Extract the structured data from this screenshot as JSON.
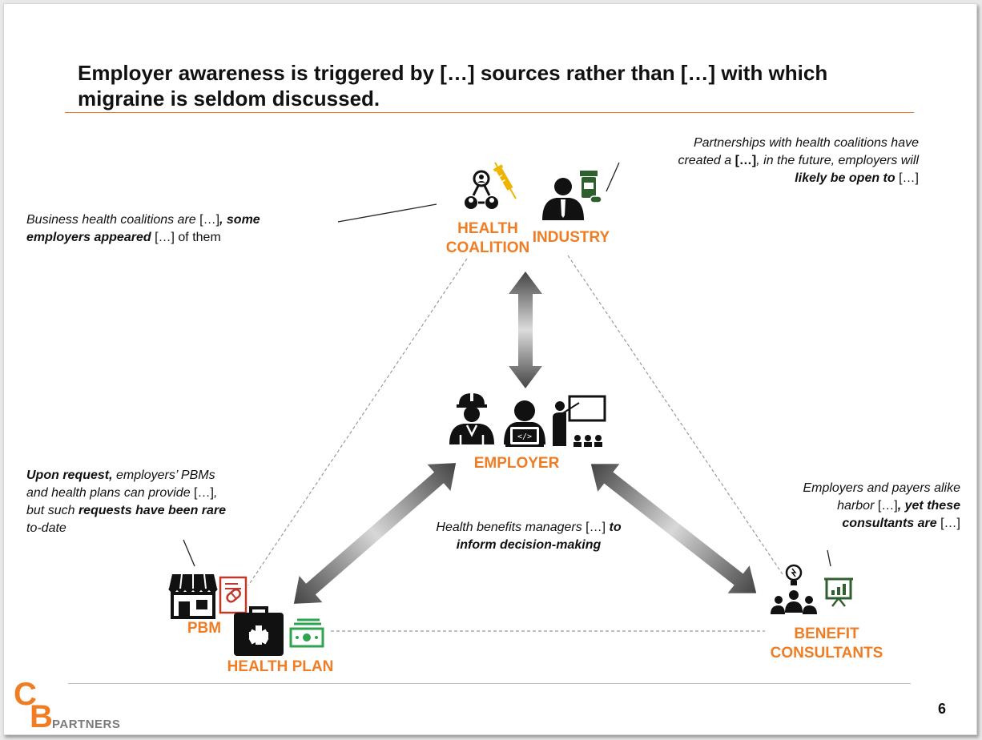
{
  "slide": {
    "title_line1": "Employer awareness is triggered by […] sources rather than […] with which",
    "title_line2": "migraine is seldom discussed.",
    "page_number": "6"
  },
  "logo": {
    "letter_c": "C",
    "letter_b": "B",
    "text": "PARTNERS"
  },
  "nodes": {
    "health_coalition": {
      "line1": "HEALTH",
      "line2": "COALITION"
    },
    "industry": {
      "label": "INDUSTRY"
    },
    "employer": {
      "label": "EMPLOYER"
    },
    "pbm": {
      "label": "PBM"
    },
    "health_plan": {
      "label": "HEALTH PLAN"
    },
    "benefit_consultants": {
      "line1": "BENEFIT",
      "line2": "CONSULTANTS"
    }
  },
  "notes": {
    "coalition": {
      "l1_a": "Business health coalitions are ",
      "l1_b": "[…]",
      "l1_c": ", some",
      "l2_a": "employers appeared",
      "l2_b": " […] of them"
    },
    "industry": {
      "l1": "Partnerships with health coalitions have",
      "l2_a": "created a ",
      "l2_b": "[…]",
      "l2_c": ", in the future, employers will",
      "l3_a": "likely be open to",
      "l3_b": " […]"
    },
    "pbm": {
      "l1_a": "Upon request,",
      "l1_b": " employers’ PBMs",
      "l2_a": "and health plans can provide ",
      "l2_b": "[…]",
      "l2_c": ",",
      "l3_a": "but such ",
      "l3_b": "requests have been rare",
      "l4": "to-date"
    },
    "center": {
      "l1_a": "Health benefits managers ",
      "l1_b": "[…]",
      "l1_c": " to",
      "l2": "inform decision-making"
    },
    "consultants": {
      "l1": "Employers and payers alike",
      "l2_a": "harbor ",
      "l2_b": "[…]",
      "l2_c": ", yet these",
      "l3_a": "consultants are",
      "l3_b": " […]"
    }
  },
  "colors": {
    "accent_orange": "#f07c23",
    "pbm_red": "#c0392b",
    "money_green": "#2ea44f",
    "dark_green": "#2f5e2f",
    "syringe_yellow": "#f0b400"
  },
  "icons": [
    "network-people-icon",
    "syringe-icon",
    "businessman-icon",
    "pill-bottle-icon",
    "construction-worker-icon",
    "developer-icon",
    "presenter-icon",
    "store-icon",
    "prescription-icon",
    "medical-bag-icon",
    "money-icon",
    "lightbulb-icon",
    "team-icon",
    "presentation-chart-icon"
  ]
}
